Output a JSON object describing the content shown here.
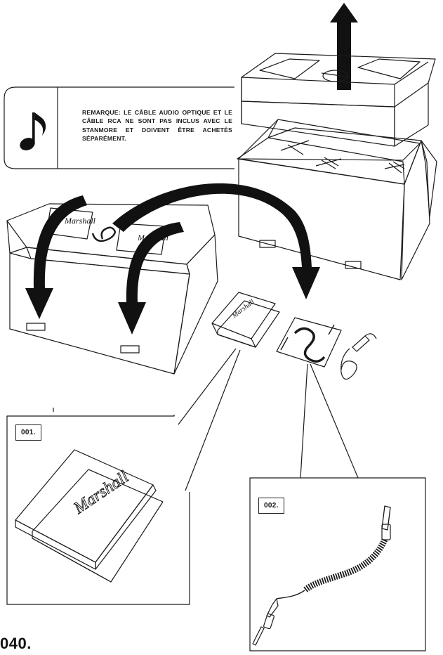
{
  "note": {
    "text": "REMARQUE: LE CÂBLE AUDIO OPTIQUE ET LE CÂBLE RCA NE SONT PAS INCLUS AVEC LE STANMORE ET DOIVENT ÊTRE ACHETÉS SÉPARÉMENT.",
    "icon": "music-note-icon"
  },
  "callouts": {
    "manual_label": "001.",
    "cable_label": "002."
  },
  "brand_logo_text": "Marshall",
  "page_number": "040."
}
